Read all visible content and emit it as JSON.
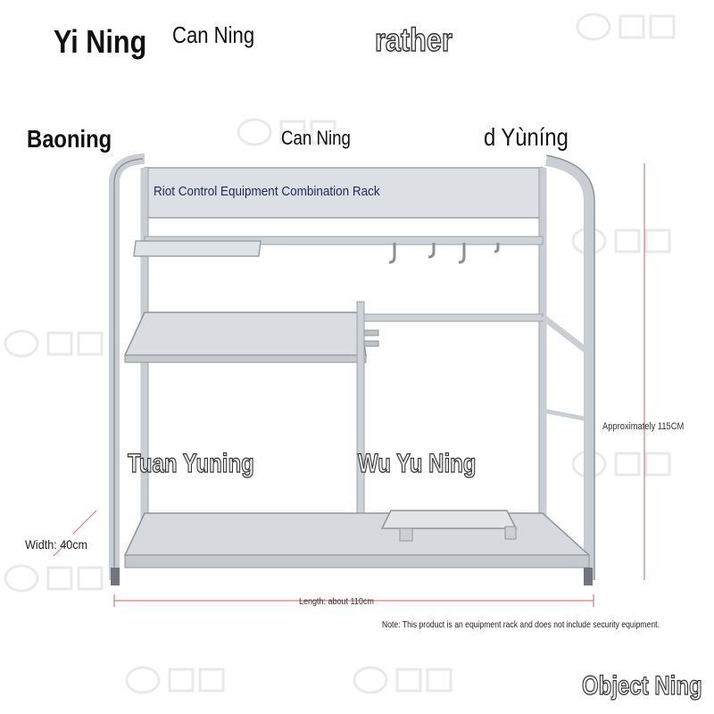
{
  "labels": {
    "yi_ning": "Yi Ning",
    "can_ning_top": "Can Ning",
    "rather": "rather",
    "baoning": "Baoning",
    "can_ning_mid": "Can Ning",
    "d_yuning": "d Yùníng",
    "rack_title": "Riot Control Equipment Combination Rack",
    "tuan_yuning": "Tuan Yuning",
    "wu_yu_ning": "Wu Yu Ning",
    "height": "Approximately 115CM",
    "width": "Width: 40cm",
    "length": "Length: about 110cm",
    "note": "Note: This product is an equipment rack and does not include security equipment.",
    "object_ning": "Object Ning"
  },
  "colors": {
    "rack_frame": "#c9ced3",
    "rack_shadow": "#8f959b",
    "dimension_line": "#d97b7b",
    "title_text": "#1e2a5c"
  }
}
